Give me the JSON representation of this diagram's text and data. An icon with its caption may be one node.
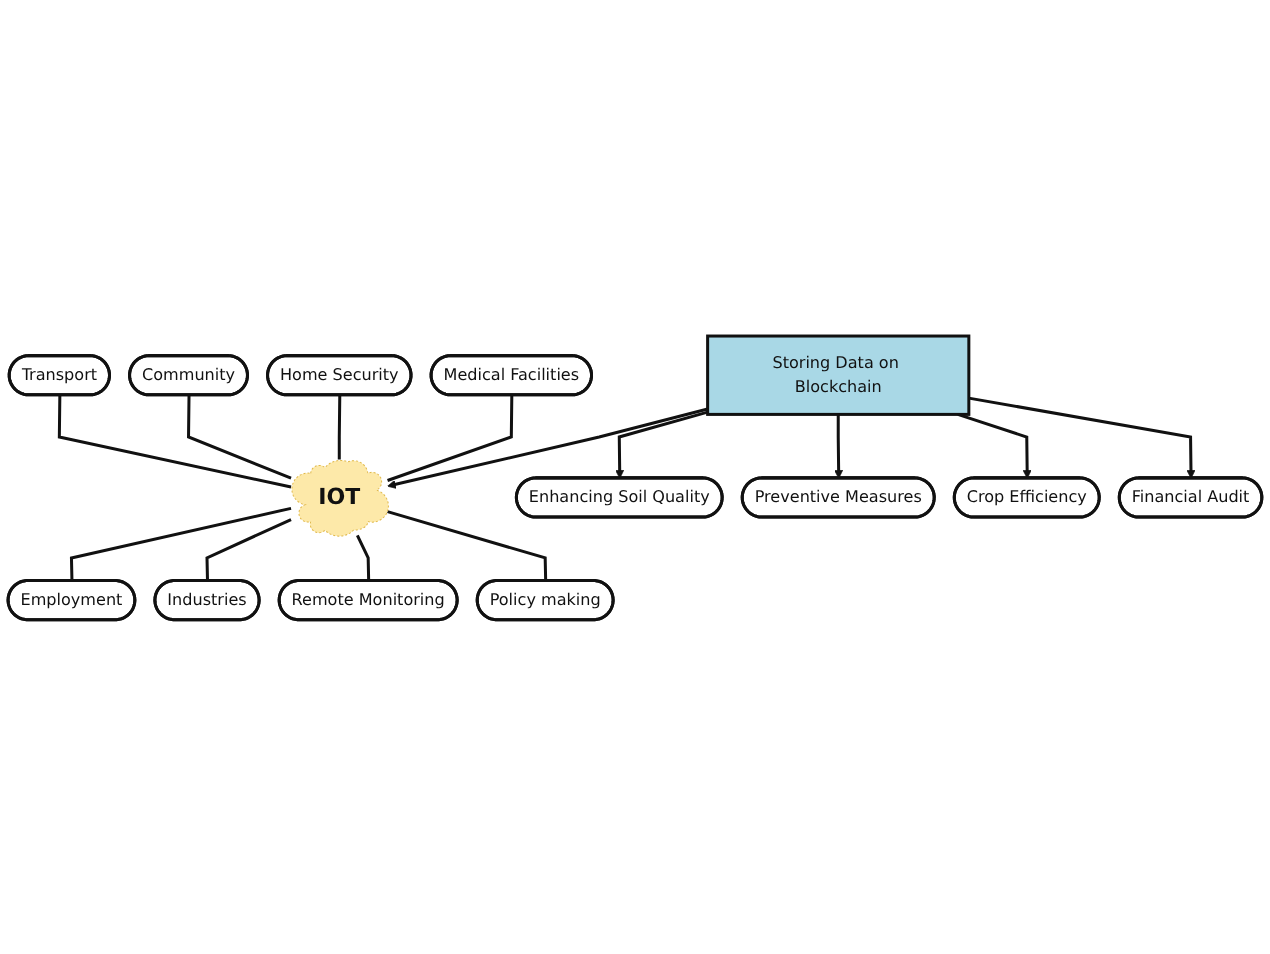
{
  "diagram": {
    "nodes": [
      {
        "text": [
          "Transport"
        ]
      },
      {
        "text": [
          "Community"
        ]
      },
      {
        "text": [
          "Home Security"
        ]
      },
      {
        "text": [
          "IOT"
        ]
      },
      {
        "text": [
          "Medical Facilities"
        ]
      },
      {
        "text": [
          "Employment"
        ]
      },
      {
        "text": [
          "Industries"
        ]
      },
      {
        "text": [
          "Remote Monitoring"
        ]
      },
      {
        "text": [
          "Policy making"
        ]
      },
      {
        "text": [
          "Storing Data on Blockchain"
        ]
      },
      {
        "text": [
          "Enhancing Soil Quality"
        ]
      },
      {
        "text": [
          "Preventive Measures"
        ]
      },
      {
        "text": [
          "Crop Efficiency"
        ]
      },
      {
        "text": [
          "Financial Audit"
        ]
      }
    ],
    "edges": [
      {
        "from": 0,
        "to": 3,
        "arrow": "none"
      },
      {
        "from": 1,
        "to": 3,
        "arrow": "none"
      },
      {
        "from": 2,
        "to": 3,
        "arrow": "none"
      },
      {
        "from": 4,
        "to": 3,
        "arrow": "none"
      },
      {
        "from": 3,
        "to": 5,
        "arrow": "none"
      },
      {
        "from": 3,
        "to": 6,
        "arrow": "none"
      },
      {
        "from": 3,
        "to": 7,
        "arrow": "none"
      },
      {
        "from": 3,
        "to": 8,
        "arrow": "none"
      },
      {
        "from": 9,
        "to": 3,
        "arrow": "to"
      },
      {
        "from": 9,
        "to": 10,
        "arrow": "to"
      },
      {
        "from": 9,
        "to": 12,
        "arrow": "to"
      },
      {
        "from": 9,
        "to": 13,
        "arrow": "to"
      },
      {
        "from": 9,
        "to": 11,
        "arrow": "to"
      }
    ]
  }
}
